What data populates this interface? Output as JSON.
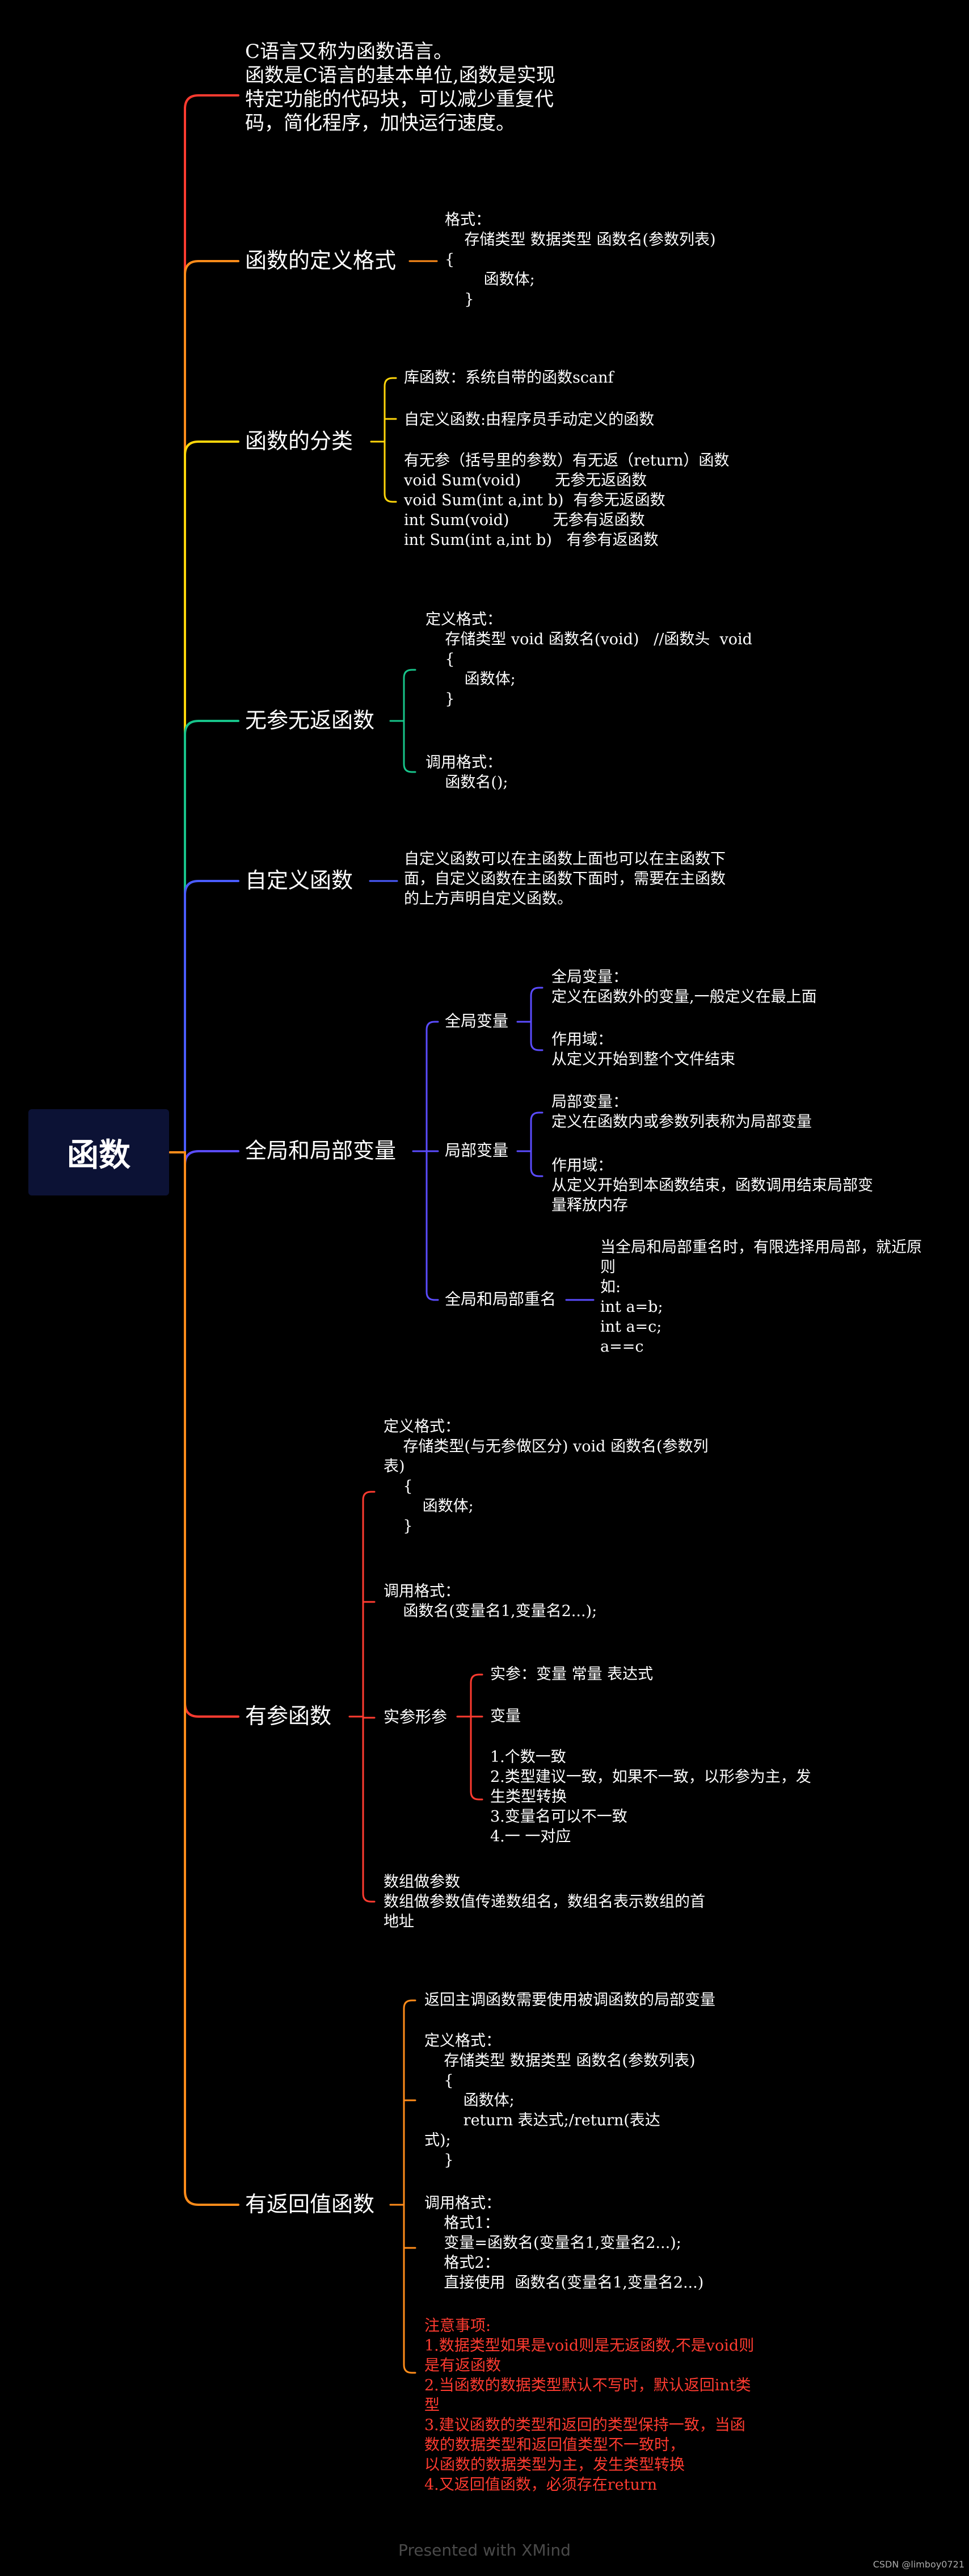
{
  "root": {
    "label": "函数"
  },
  "branches": [
    {
      "label": "",
      "color": "#ff3b30",
      "intro": "C语言又称为函数语言。\n函数是C语言的基本单位,函数是实现\n特定功能的代码块，可以减少重复代\n码，简化程序，加快运行速度。"
    },
    {
      "label": "函数的定义格式",
      "color": "#ff8c1a",
      "content": "格式：\n    存储类型 数据类型 函数名(参数列表)\n{\n        函数体;\n    }"
    },
    {
      "label": "函数的分类",
      "color": "#ffd60a",
      "items": [
        "库函数：系统自带的函数scanf",
        "自定义函数:由程序员手动定义的函数",
        "有无参（括号里的参数）有无返（return）函数\nvoid Sum(void)       无参无返函数\nvoid Sum(int a,int b)  有参无返函数\nint Sum(void)         无参有返函数\nint Sum(int a,int b)   有参有返函数"
      ]
    },
    {
      "label": "无参无返函数",
      "color": "#17c48a",
      "items": [
        "定义格式：\n    存储类型 void 函数名(void)   //函数头  void\n    {\n        函数体;\n    }",
        "调用格式：\n    函数名();"
      ]
    },
    {
      "label": "自定义函数",
      "color": "#4a5cff",
      "content": "自定义函数可以在主函数上面也可以在主函数下\n面，自定义函数在主函数下面时，需要在主函数\n的上方声明自定义函数。"
    },
    {
      "label": "全局和局部变量",
      "color": "#5b4cff",
      "subs": [
        {
          "label": "全局变量",
          "items": [
            "全局变量：\n定义在函数外的变量,一般定义在最上面",
            "作用域：\n从定义开始到整个文件结束"
          ]
        },
        {
          "label": "局部变量",
          "items": [
            "局部变量：\n定义在函数内或参数列表称为局部变量",
            "作用域：\n从定义开始到本函数结束，函数调用结束局部变\n量释放内存"
          ]
        },
        {
          "label": "全局和局部重名",
          "items": [
            "当全局和局部重名时，有限选择用局部，就近原\n则\n如:\nint a=b;\nint a=c;\na==c"
          ]
        }
      ]
    },
    {
      "label": "有参函数",
      "color": "#ff3b30",
      "items": [
        "定义格式：\n    存储类型(与无参做区分) void 函数名(参数列\n表)\n    {\n        函数体;\n    }",
        "调用格式：\n    函数名(变量名1,变量名2...);",
        "数组做参数\n数组做参数值传递数组名，数组名表示数组的首\n地址"
      ],
      "sub": {
        "label": "实参形参",
        "items": [
          "实参：变量 常量 表达式",
          "变量",
          "1.个数一致\n2.类型建议一致，如果不一致，以形参为主，发\n生类型转换\n3.变量名可以不一致\n4.一 一对应"
        ]
      }
    },
    {
      "label": "有返回值函数",
      "color": "#ff8c1a",
      "items": [
        "返回主调函数需要使用被调函数的局部变量",
        "定义格式：\n    存储类型 数据类型 函数名(参数列表)\n    {\n        函数体;\n        return 表达式;/return(表达\n式);\n    }",
        "调用格式：\n    格式1：\n    变量=函数名(变量名1,变量名2...);\n    格式2：\n    直接使用  函数名(变量名1,变量名2...)",
        "注意事项:\n1.数据类型如果是void则是无返函数,不是void则\n是有返函数\n2.当函数的数据类型默认不写时，默认返回int类\n型\n3.建议函数的类型和返回的类型保持一致，当函\n数的数据类型和返回值类型不一致时，\n以函数的数据类型为主，发生类型转换\n4.又返回值函数，必须存在return"
      ]
    }
  ],
  "footer": "Presented with XMind",
  "credit": "CSDN @limboy0721"
}
